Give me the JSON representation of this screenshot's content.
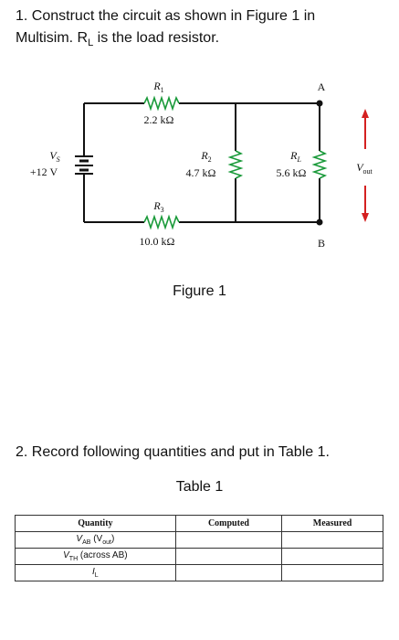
{
  "question1": {
    "line1": "1. Construct the circuit as shown in Figure 1 in",
    "line2_pre": "Multisim. R",
    "line2_sub": "L",
    "line2_post": " is the load resistor."
  },
  "figure": {
    "caption": "Figure 1",
    "source": {
      "name": "V",
      "name_sub": "S",
      "value": "+12 V"
    },
    "r1": {
      "name": "R",
      "sub": "1",
      "value": "2.2 kΩ"
    },
    "r2": {
      "name": "R",
      "sub": "2",
      "value": "4.7 kΩ"
    },
    "r3": {
      "name": "R",
      "sub": "3",
      "value": "10.0 kΩ"
    },
    "rl": {
      "name": "R",
      "sub": "L",
      "value": "5.6 kΩ"
    },
    "node_a": "A",
    "node_b": "B",
    "vout": {
      "name": "V",
      "sub": "out"
    },
    "colors": {
      "resistor": "#1a9a3a",
      "arrow": "#d42020",
      "wire": "#111111"
    }
  },
  "question2": {
    "text": "2. Record following quantities and put in Table 1."
  },
  "table": {
    "caption": "Table 1",
    "headers": [
      "Quantity",
      "Computed",
      "Measured"
    ],
    "rows": [
      {
        "quantity_main": "V",
        "quantity_sub": "AB",
        "quantity_rest": " (V",
        "quantity_sub2": "out",
        "quantity_end": ")"
      },
      {
        "quantity_main": "V",
        "quantity_sub": "TH",
        "quantity_rest": " (across AB)",
        "quantity_sub2": "",
        "quantity_end": ""
      },
      {
        "quantity_main": "I",
        "quantity_sub": "L",
        "quantity_rest": "",
        "quantity_sub2": "",
        "quantity_end": ""
      }
    ]
  }
}
